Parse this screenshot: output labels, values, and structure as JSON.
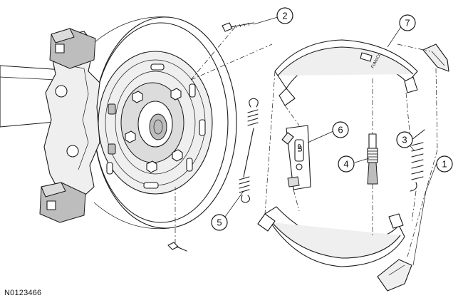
{
  "figure_id": "N0123466",
  "shoe_marking": "FoMoCo",
  "adjuster_marking": "UP",
  "callouts": [
    "1",
    "2",
    "3",
    "4",
    "5",
    "6",
    "7"
  ]
}
